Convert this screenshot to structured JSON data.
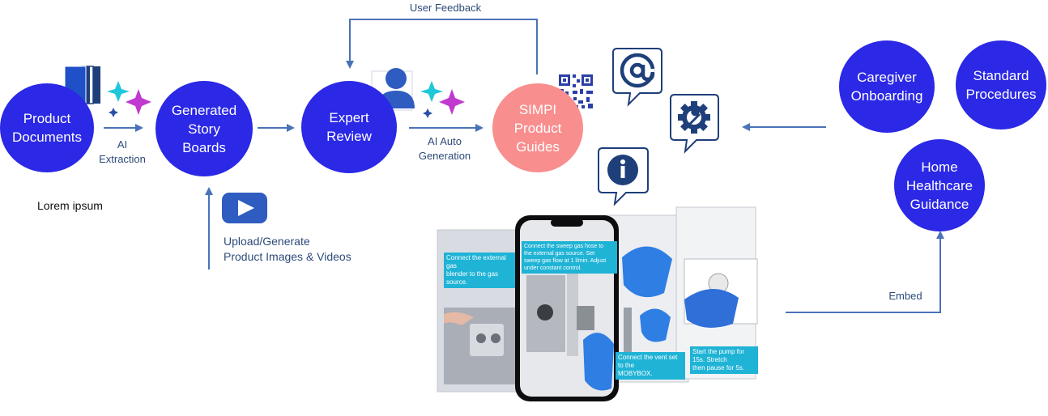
{
  "nodes": {
    "product_documents": "Product\nDocuments",
    "generated_story_boards": "Generated\nStory\nBoards",
    "expert_review": "Expert\nReview",
    "simpi_product_guides": "SIMPI\nProduct\nGuides",
    "caregiver_onboarding": "Caregiver\nOnboarding",
    "standard_procedures": "Standard\nProcedures",
    "home_healthcare_guidance": "Home\nHealthcare\nGuidance"
  },
  "labels": {
    "ai_extraction": "AI\nExtraction",
    "ai_auto_generation": "AI Auto\nGeneration",
    "user_feedback": "User Feedback",
    "upload_generate": "Upload/Generate\nProduct Images & Videos",
    "embed": "Embed",
    "lorem": "Lorem ipsum"
  },
  "captions": {
    "step1": "Connect the external gas\nblender to the gas source.",
    "step2": "Connect the sweep gas hose to\nthe external gas source. Set\nsweep gas flow at 1 l/min. Adjust\nunder constant control.",
    "step3": "Connect the vent set to the\nMOBYBOX.",
    "step4": "Start the pump for 15s. Stretch\nthen pause for 5s."
  },
  "colors": {
    "node_blue": "#2b28e6",
    "simpi_pink": "#f98e8e",
    "arrow": "#4a72b8",
    "icon_navy": "#1e3f7a",
    "sparkle_teal": "#1ec8d8",
    "sparkle_magenta": "#c03ad0"
  },
  "icons": [
    "documents-icon",
    "sparkle-icon",
    "user-icon",
    "qr-code-icon",
    "at-sign-bubble-icon",
    "gear-wrench-bubble-icon",
    "info-bubble-icon",
    "video-play-icon"
  ]
}
